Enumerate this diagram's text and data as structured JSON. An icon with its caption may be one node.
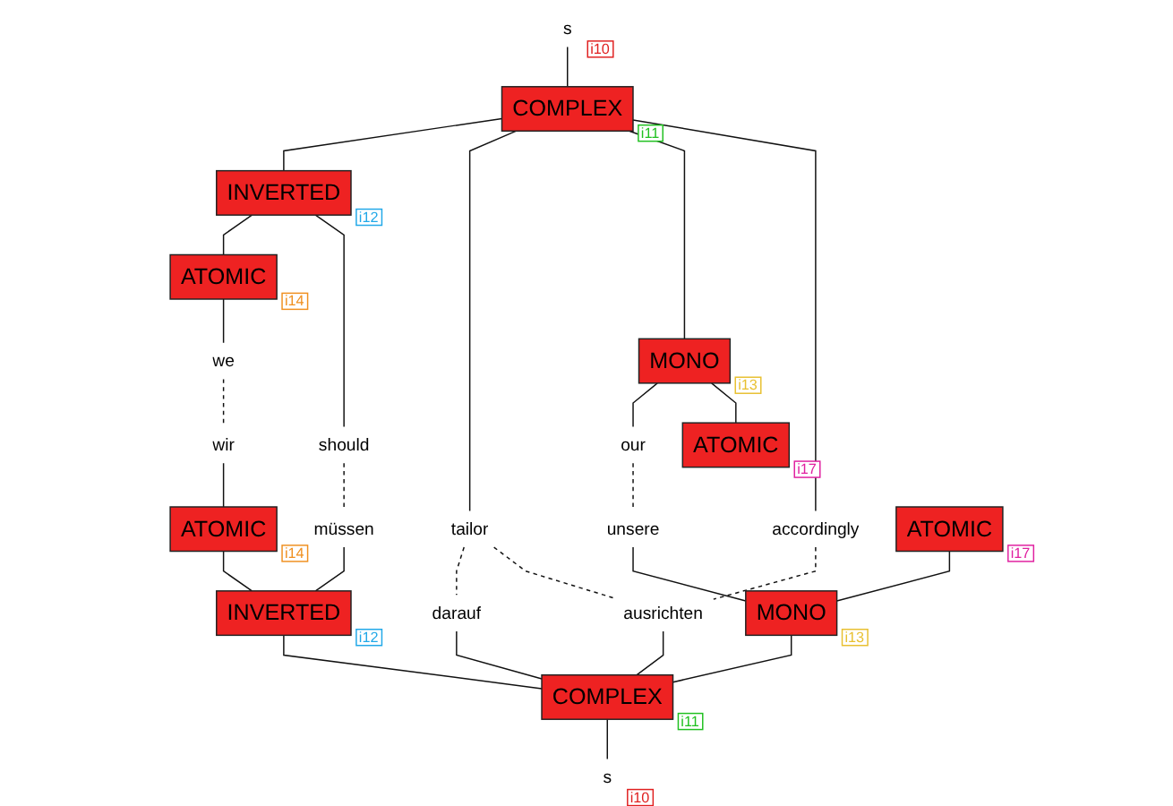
{
  "diagram": {
    "nodes": [
      {
        "text": [
          "s"
        ],
        "beside": [
          "i10"
        ]
      },
      {
        "text": [
          "COMPLEX"
        ],
        "beside": [
          "i11"
        ]
      },
      {
        "text": [
          "INVERTED"
        ],
        "beside": [
          "i12"
        ]
      },
      {
        "text": [
          "tailor"
        ]
      },
      {
        "text": [
          "MONO"
        ],
        "beside": [
          "i13"
        ]
      },
      {
        "text": [
          "accordingly"
        ]
      },
      {
        "text": [
          "ATOMIC"
        ],
        "beside": [
          "i14"
        ]
      },
      {
        "text": [
          "should"
        ]
      },
      {
        "text": [
          "our"
        ]
      },
      {
        "text": [
          "ATOMIC"
        ],
        "beside": [
          "i17"
        ]
      },
      {
        "text": [
          "we"
        ]
      },
      {
        "text": [
          "wir"
        ]
      },
      {
        "text": [
          "ATOMIC"
        ],
        "beside": [
          "i14"
        ]
      },
      {
        "text": [
          "müssen"
        ]
      },
      {
        "text": [
          "unsere"
        ]
      },
      {
        "text": [
          "ATOMIC"
        ],
        "beside": [
          "i17"
        ]
      },
      {
        "text": [
          "darauf"
        ]
      },
      {
        "text": [
          "INVERTED"
        ],
        "beside": [
          "i12"
        ]
      },
      {
        "text": [
          "MONO"
        ],
        "beside": [
          "i13"
        ]
      },
      {
        "text": [
          "ausrichten"
        ]
      },
      {
        "text": [
          "COMPLEX"
        ],
        "beside": [
          "i11"
        ]
      },
      {
        "text": [
          "s"
        ],
        "beside": [
          "i10"
        ]
      }
    ],
    "edges": [
      {
        "from": 0,
        "to": 1,
        "arrow": "none"
      },
      {
        "from": 1,
        "to": 2,
        "arrow": "none"
      },
      {
        "from": 1,
        "to": 3,
        "arrow": "none"
      },
      {
        "from": 1,
        "to": 4,
        "arrow": "none"
      },
      {
        "from": 1,
        "to": 5,
        "arrow": "none"
      },
      {
        "from": 2,
        "to": 6,
        "arrow": "none"
      },
      {
        "from": 2,
        "to": 7,
        "arrow": "none"
      },
      {
        "from": 4,
        "to": 8,
        "arrow": "none"
      },
      {
        "from": 4,
        "to": 9,
        "arrow": "none"
      },
      {
        "from": 6,
        "to": 10,
        "arrow": "none"
      },
      {
        "from": 10,
        "to": 11,
        "arrow": "none",
        "style": "dashed"
      },
      {
        "from": 7,
        "to": 13,
        "arrow": "none",
        "style": "dashed"
      },
      {
        "from": 3,
        "to": 16,
        "arrow": "none",
        "style": "dashed"
      },
      {
        "from": 3,
        "to": 19,
        "arrow": "none",
        "style": "dashed"
      },
      {
        "from": 8,
        "to": 14,
        "arrow": "none",
        "style": "dashed"
      },
      {
        "from": 5,
        "to": 19,
        "arrow": "none",
        "style": "dashed"
      },
      {
        "from": 11,
        "to": 12,
        "arrow": "none"
      },
      {
        "from": 13,
        "to": 17,
        "arrow": "none"
      },
      {
        "from": 12,
        "to": 17,
        "arrow": "none"
      },
      {
        "from": 14,
        "to": 18,
        "arrow": "none"
      },
      {
        "from": 15,
        "to": 18,
        "arrow": "none"
      },
      {
        "from": 16,
        "to": 20,
        "arrow": "none"
      },
      {
        "from": 17,
        "to": 20,
        "arrow": "none"
      },
      {
        "from": 18,
        "to": 20,
        "arrow": "none"
      },
      {
        "from": 19,
        "to": 20,
        "arrow": "none"
      },
      {
        "from": 20,
        "to": 21,
        "arrow": "none"
      }
    ]
  }
}
